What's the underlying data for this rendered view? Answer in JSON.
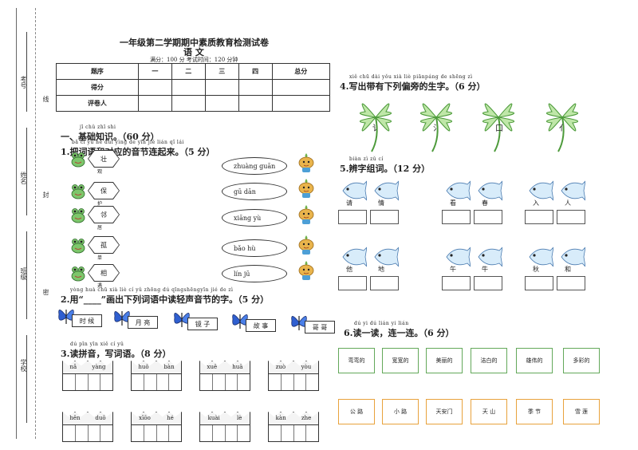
{
  "header": {
    "title": "一年级第二学期期中素质教育检测试卷",
    "subject": "语  文",
    "info": "满分：100 分    考试时间：120 分钟"
  },
  "side": {
    "kaohao": "考号",
    "xingming": "姓名",
    "banji": "班级",
    "xuexiao": "学校",
    "xian": "线",
    "feng": "封",
    "mi": "密"
  },
  "score_table": {
    "headers": [
      "题序",
      "一",
      "二",
      "三",
      "四",
      "总分"
    ],
    "row1": "得分",
    "row2": "评卷人"
  },
  "section1": {
    "pinyin": "jī chǔ zhī shi",
    "title": "一、基础知识。（60 分）"
  },
  "q1": {
    "pinyin": "bǎ  cí  yǔ  hé duì yìng de yīn jié lián qǐ lái",
    "title": "1.把词语和对应的音节连起来。（5 分）",
    "words": [
      {
        "top": "壮",
        "bottom": "观"
      },
      {
        "top": "保",
        "bottom": "护"
      },
      {
        "top": "邻",
        "bottom": "居"
      },
      {
        "top": "孤",
        "bottom": "单"
      },
      {
        "top": "相",
        "bottom": "遇"
      }
    ],
    "syllables": [
      "zhuàng guān",
      "gū  dān",
      "xiāng  yù",
      "bǎo  hù",
      "lín  jū"
    ]
  },
  "q2": {
    "pinyin": "yòng          huà chū xià liè cí  yǔ zhōng dú qīngshēngyīn jié de  zì",
    "title": "2.用“____”画出下列词语中读轻声音节的字。（5 分）",
    "words": [
      "时 候",
      "月 亮",
      "镜 子",
      "故 事",
      "哥 哥"
    ]
  },
  "q3": {
    "pinyin": "dú pīn yīn   xiě  cí  yǔ",
    "title": "3.读拼音，写词语。（8 分）",
    "items": [
      {
        "a": "nǎ",
        "b": "yàng"
      },
      {
        "a": "huǒ",
        "b": "bàn"
      },
      {
        "a": "xuě",
        "b": "huā"
      },
      {
        "a": "zuò",
        "b": "yòu"
      },
      {
        "a": "hěn",
        "b": "duō"
      },
      {
        "a": "xīōo",
        "b": "hé"
      },
      {
        "a": "kuài",
        "b": "lè"
      },
      {
        "a": "kàn",
        "b": "zhe"
      }
    ]
  },
  "q4": {
    "pinyin": "xiě chū dài yǒu xià liè piānpáng de shēng zì",
    "title": "4.写出带有下列偏旁的生字。（6 分）",
    "radicals": [
      "讠",
      "氵",
      "口",
      "亻"
    ]
  },
  "q5": {
    "pinyin": "biàn zì  zǔ  cí",
    "title": "5.辨字组词。（12 分）",
    "pairs": [
      [
        "请",
        "情"
      ],
      [
        "看",
        "春"
      ],
      [
        "入",
        "人"
      ],
      [
        "他",
        "地"
      ],
      [
        "午",
        "牛"
      ],
      [
        "秋",
        "和"
      ]
    ]
  },
  "q6": {
    "pinyin": "dú  yi  dú     lián yi lián",
    "title": "6.读一读，连一连。（6 分）",
    "top": [
      "弯弯的",
      "宽宽的",
      "美丽的",
      "洁白的",
      "雄伟的",
      "多彩的"
    ],
    "bottom": [
      "公  路",
      "小  路",
      "天安门",
      "天  山",
      "季  节",
      "雪  莲"
    ]
  },
  "colors": {
    "green": "#63a85a",
    "orange": "#e8a23c",
    "leaf": "#7dc66b"
  }
}
